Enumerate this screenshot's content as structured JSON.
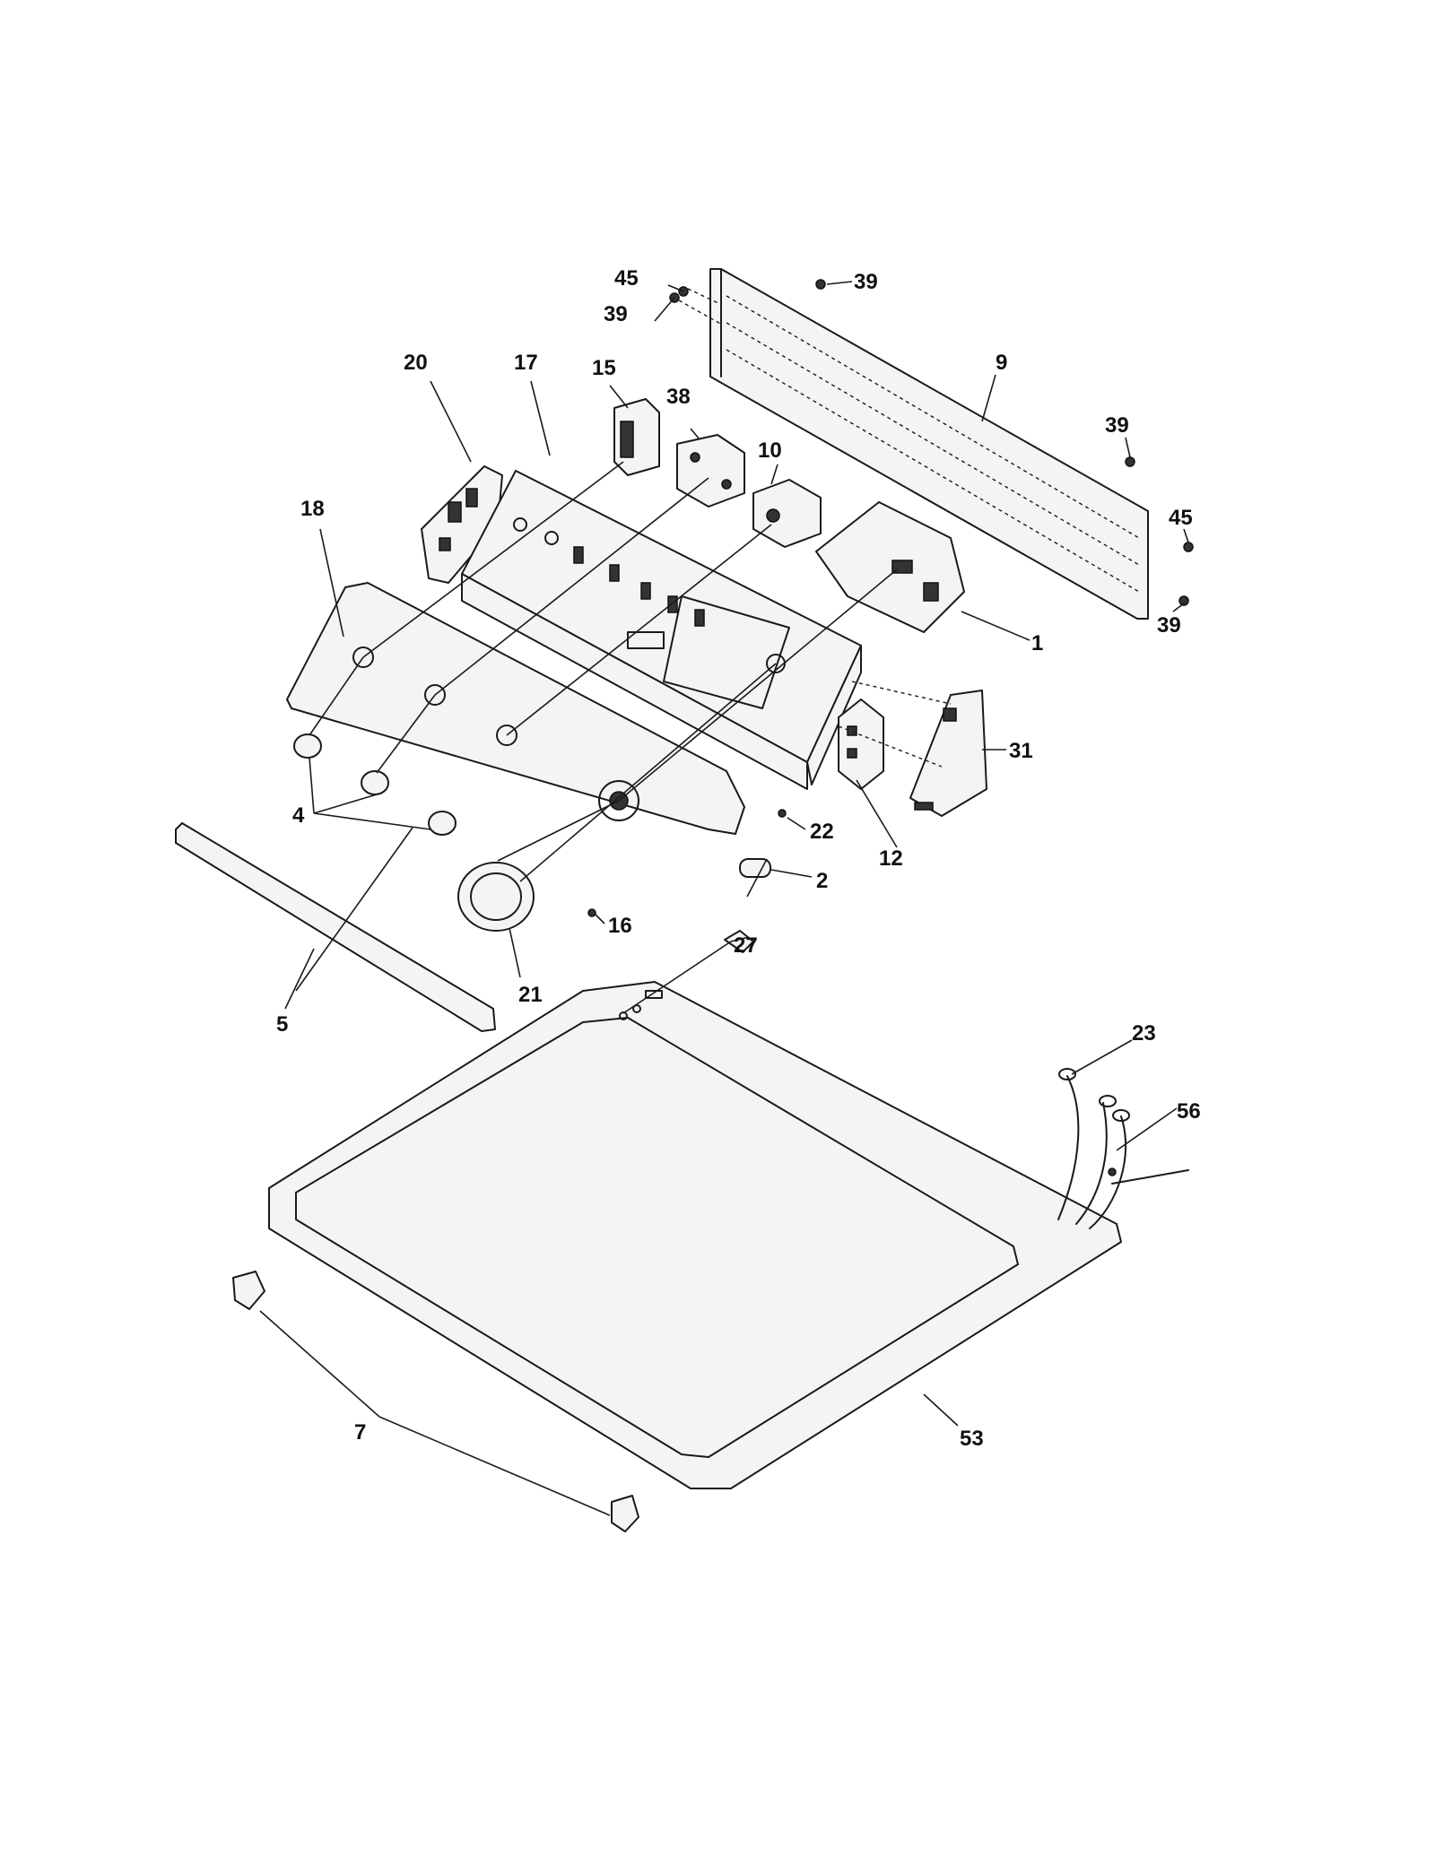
{
  "callouts": {
    "c1": "1",
    "c2": "2",
    "c4": "4",
    "c5": "5",
    "c7": "7",
    "c9": "9",
    "c10": "10",
    "c12": "12",
    "c15": "15",
    "c16": "16",
    "c17": "17",
    "c18": "18",
    "c20": "20",
    "c21": "21",
    "c22": "22",
    "c23": "23",
    "c27": "27",
    "c31": "31",
    "c38": "38",
    "c39a": "39",
    "c39b": "39",
    "c39c": "39",
    "c39d": "39",
    "c45a": "45",
    "c45b": "45",
    "c53": "53",
    "c56": "56"
  }
}
